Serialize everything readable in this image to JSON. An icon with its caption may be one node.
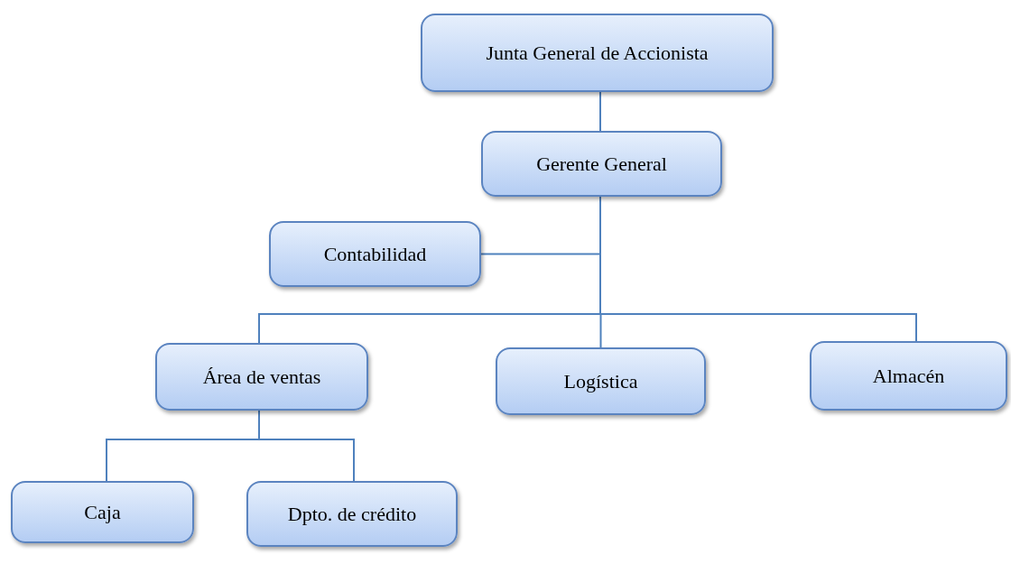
{
  "diagram": {
    "nodes": [
      {
        "text": [
          "Junta General de Accionista"
        ]
      },
      {
        "text": [
          "Gerente General"
        ]
      },
      {
        "text": [
          "Contabilidad"
        ]
      },
      {
        "text": [
          "Área de ventas"
        ]
      },
      {
        "text": [
          "Logística"
        ]
      },
      {
        "text": [
          "Almacén"
        ]
      },
      {
        "text": [
          "Caja"
        ]
      },
      {
        "text": [
          "Dpto. de crédito"
        ]
      }
    ],
    "edges": [
      {
        "from": 0,
        "to": 1,
        "arrow": "none"
      },
      {
        "from": 1,
        "to": 2,
        "arrow": "none"
      },
      {
        "from": 1,
        "to": 3,
        "arrow": "none"
      },
      {
        "from": 1,
        "to": 4,
        "arrow": "none"
      },
      {
        "from": 1,
        "to": 5,
        "arrow": "none"
      },
      {
        "from": 3,
        "to": 6,
        "arrow": "none"
      },
      {
        "from": 3,
        "to": 7,
        "arrow": "none"
      }
    ]
  }
}
